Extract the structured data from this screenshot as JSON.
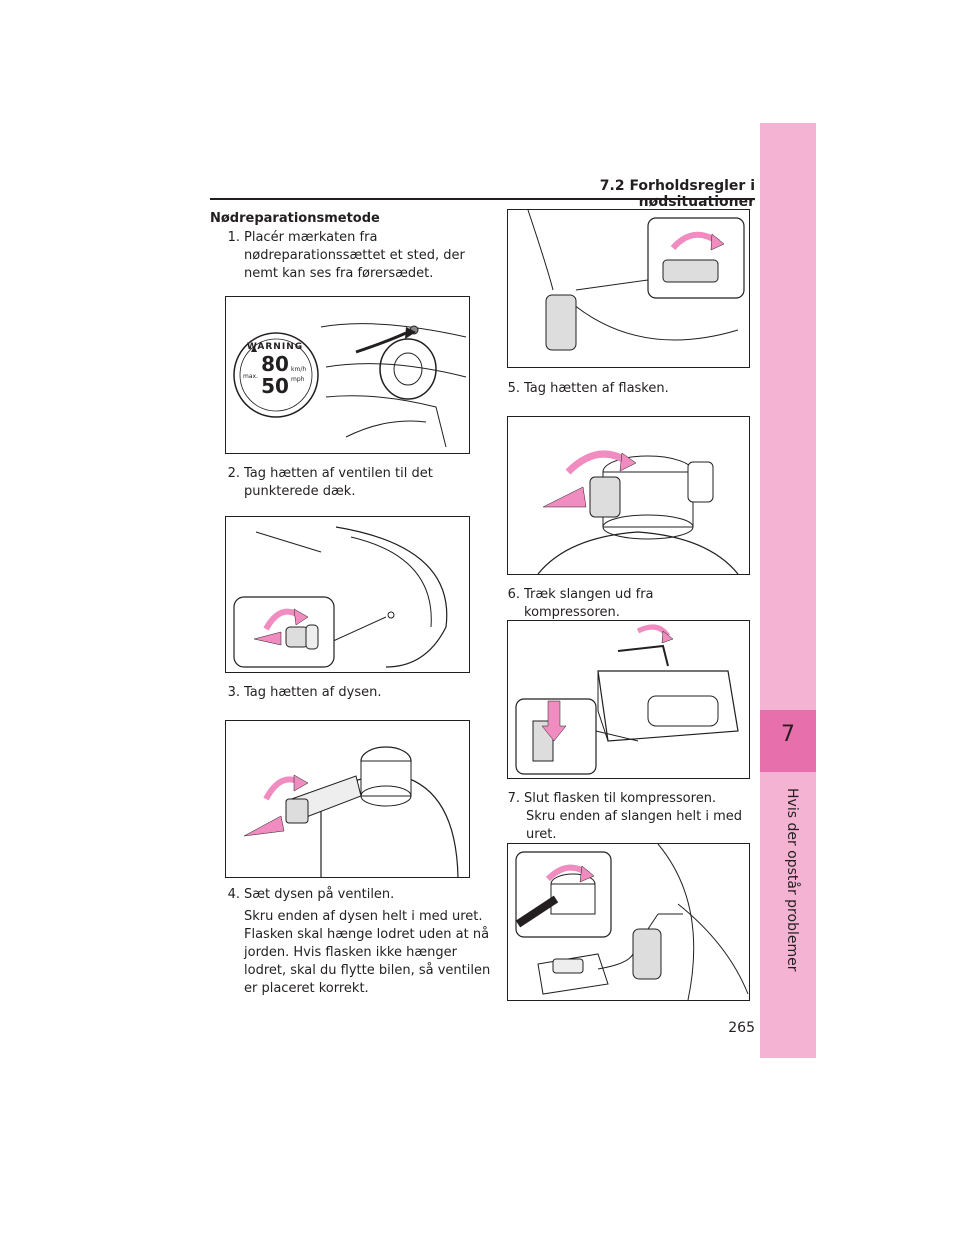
{
  "header": {
    "title": "7.2 Forholdsregler i nødsituationer"
  },
  "side_tab": {
    "chapter_number": "7",
    "chapter_label": "Hvis der opstår problemer"
  },
  "section": {
    "heading": "Nødreparationsmetode"
  },
  "steps": [
    {
      "num": "1.",
      "lines": [
        "Placér mærkaten fra",
        "nødreparationssættet et sted, der",
        "nemt kan ses fra førersædet."
      ]
    },
    {
      "num": "2.",
      "lines": [
        "Tag hætten af ventilen til det",
        "punkterede dæk."
      ]
    },
    {
      "num": "3.",
      "lines": [
        "Tag hætten af dysen."
      ]
    },
    {
      "num": "4.",
      "lines": [
        "Sæt dysen på ventilen."
      ],
      "note": [
        "Skru enden af dysen helt i med uret.",
        "Flasken skal hænge lodret uden at nå",
        "jorden. Hvis flasken ikke hænger",
        "lodret, skal du flytte bilen, så ventilen",
        "er placeret korrekt."
      ]
    },
    {
      "num": "5.",
      "lines": [
        "Tag hætten af flasken."
      ]
    },
    {
      "num": "6.",
      "lines": [
        "Træk slangen ud fra kompressoren."
      ]
    },
    {
      "num": "7.",
      "lines": [
        "Slut flasken til kompressoren."
      ],
      "note": [
        "Skru enden af slangen helt i med uret."
      ]
    }
  ],
  "warning_sticker": {
    "warning": "WARNING",
    "speed_max": "80",
    "speed_min": "50",
    "unit_top": "km/h",
    "unit_bottom": "mph",
    "max_label": "max."
  },
  "page_number": "265",
  "colors": {
    "tab_light": "#f4b3d3",
    "tab_dark": "#e66fac",
    "arrow_pink": "#f08cc0"
  }
}
